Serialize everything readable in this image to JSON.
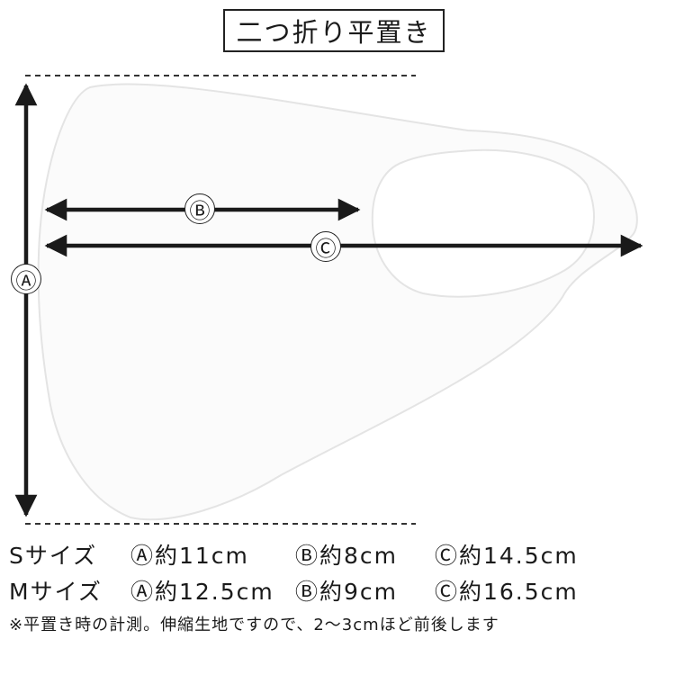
{
  "title": "二つ折り平置き",
  "dimension_labels": {
    "a": "Ⓐ",
    "b": "Ⓑ",
    "c": "Ⓒ"
  },
  "colors": {
    "mask_fill": "#fbfbfb",
    "mask_edge": "#e6e6e6",
    "arrow": "#1a1a1a",
    "guide": "#333333"
  },
  "sizes": [
    {
      "size_label": "Sサイズ",
      "a": "Ⓐ約11cm",
      "b": "Ⓑ約8cm",
      "c": "Ⓒ約14.5cm"
    },
    {
      "size_label": "Mサイズ",
      "a": "Ⓐ約12.5cm",
      "b": "Ⓑ約9cm",
      "c": "Ⓒ約16.5cm"
    }
  ],
  "note": "※平置き時の計測。伸縮生地ですので、2〜3cmほど前後します"
}
